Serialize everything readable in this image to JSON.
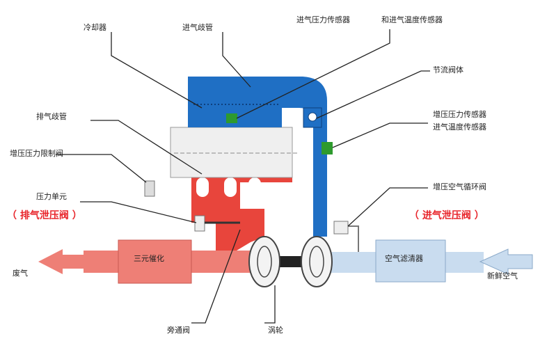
{
  "labels": {
    "cooler": "冷却器",
    "intake_manifold": "进气歧管",
    "intake_pressure_sensor": "进气压力传感器",
    "intake_temp_sensor": "和进气温度传感器",
    "throttle_body": "节流阀体",
    "exhaust_manifold": "排气歧管",
    "boost_pressure_sensor": "增压压力传感器",
    "intake_temp_sensor_2": "进气温度传感器",
    "boost_pressure_limit_valve": "增压压力限制阀",
    "pressure_unit": "压力单元",
    "exhaust_relief_valve": "（ 排气泄压阀 ）",
    "boost_air_recirc_valve": "增压空气循环阀",
    "intake_relief_valve": "（ 进气泄压阀 ）",
    "three_way_catalyst": "三元催化",
    "air_filter": "空气滤清器",
    "exhaust_gas": "废气",
    "fresh_air": "新鲜空气",
    "bypass_valve": "旁通阀",
    "turbine": "涡轮"
  },
  "colors": {
    "exhaust_red": "#e8453c",
    "exhaust_light": "#ee7f76",
    "intake_blue": "#1f6fc4",
    "fresh_air_light": "#c9dcef",
    "sensor_green": "#2e9a2e",
    "relief_text_red": "#e8252b"
  }
}
